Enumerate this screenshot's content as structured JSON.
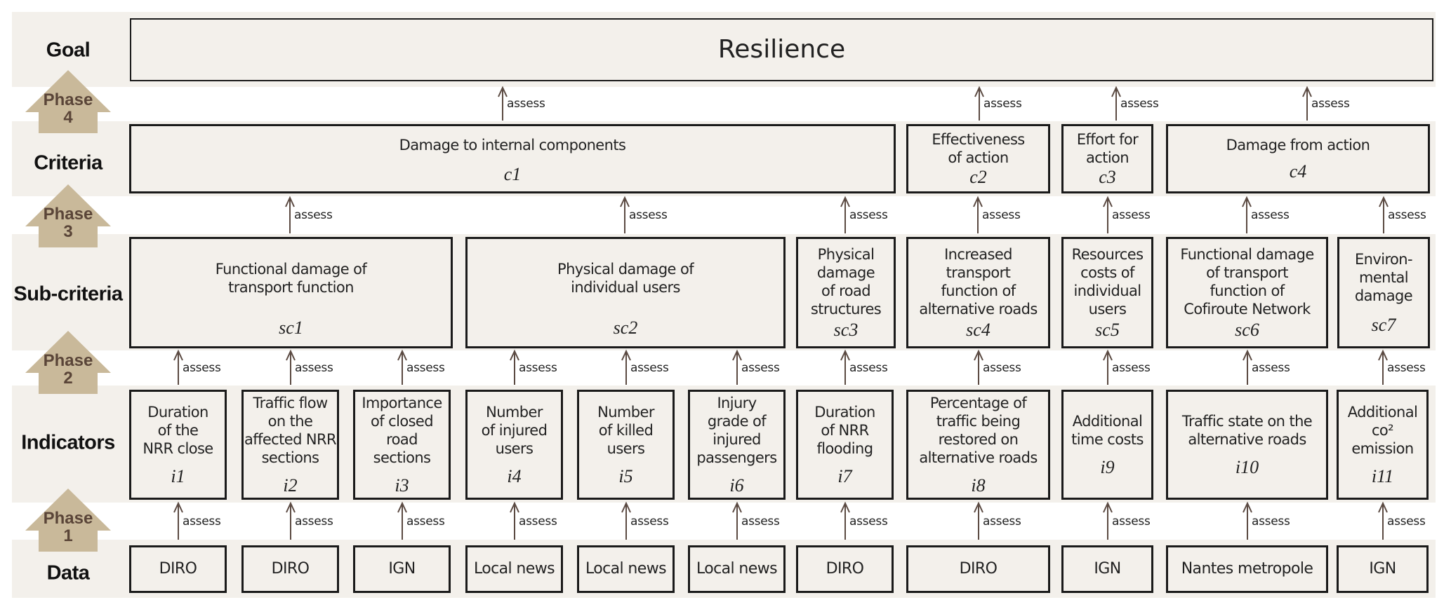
{
  "colors": {
    "band": "#f3f0eb",
    "box_border": "#1a1a1a",
    "phase_arrow": "#c9b99a",
    "phase_text": "#5a4538",
    "connector": "#5b4a42"
  },
  "rows": {
    "goal": "Goal",
    "criteria": "Criteria",
    "subcriteria": "Sub-criteria",
    "indicators": "Indicators",
    "data": "Data"
  },
  "phases": [
    {
      "label": "Phase",
      "number": "1"
    },
    {
      "label": "Phase",
      "number": "2"
    },
    {
      "label": "Phase",
      "number": "3"
    },
    {
      "label": "Phase",
      "number": "4"
    }
  ],
  "connector_label": "assess",
  "goal": {
    "text": "Resilience"
  },
  "criteria": [
    {
      "text": "Damage to internal components",
      "code": "c1"
    },
    {
      "text": "Effectiveness\nof action",
      "code": "c2"
    },
    {
      "text": "Effort for\naction",
      "code": "c3"
    },
    {
      "text": "Damage from action",
      "code": "c4"
    }
  ],
  "subcriteria": [
    {
      "text": "Functional damage of\ntransport function",
      "code": "sc1"
    },
    {
      "text": "Physical damage of\nindividual users",
      "code": "sc2"
    },
    {
      "text": "Physical\ndamage\nof road\nstructures",
      "code": "sc3"
    },
    {
      "text": "Increased\ntransport\nfunction of\nalternative roads",
      "code": "sc4"
    },
    {
      "text": "Resources\ncosts of\nindividual\nusers",
      "code": "sc5"
    },
    {
      "text": "Functional damage\nof transport\nfunction of\nCofiroute Network",
      "code": "sc6"
    },
    {
      "text": "Environ-\nmental\ndamage",
      "code": "sc7"
    }
  ],
  "indicators": [
    {
      "text": "Duration\nof the\nNRR close",
      "code": "i1"
    },
    {
      "text": "Traffic flow\non the\naffected NRR\nsections",
      "code": "i2"
    },
    {
      "text": "Importance\nof closed\nroad\nsections",
      "code": "i3"
    },
    {
      "text": "Number\nof injured\nusers",
      "code": "i4"
    },
    {
      "text": "Number\nof killed\nusers",
      "code": "i5"
    },
    {
      "text": "Injury\ngrade of\ninjured\npassengers",
      "code": "i6"
    },
    {
      "text": "Duration\nof NRR\nflooding",
      "code": "i7"
    },
    {
      "text": "Percentage of\ntraffic being\nrestored on\nalternative roads",
      "code": "i8"
    },
    {
      "text": "Additional\ntime costs",
      "code": "i9"
    },
    {
      "text": "Traffic state on the\nalternative roads",
      "code": "i10"
    },
    {
      "text": "Additional\nco²\nemission",
      "code": "i11"
    }
  ],
  "data_sources": [
    {
      "text": "DIRO"
    },
    {
      "text": "DIRO"
    },
    {
      "text": "IGN"
    },
    {
      "text": "Local news"
    },
    {
      "text": "Local news"
    },
    {
      "text": "Local news"
    },
    {
      "text": "DIRO"
    },
    {
      "text": "DIRO"
    },
    {
      "text": "IGN"
    },
    {
      "text": "Nantes metropole"
    },
    {
      "text": "IGN"
    }
  ]
}
